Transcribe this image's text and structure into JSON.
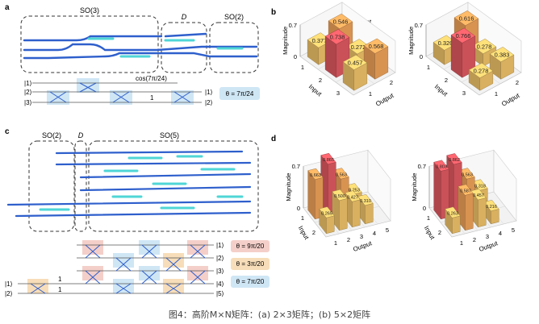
{
  "panel_a": {
    "label": "a",
    "blocks": [
      "SO(3)",
      "D",
      "SO(2)"
    ],
    "left_modes": [
      "|1⟩",
      "|2⟩",
      "|3⟩"
    ],
    "right_modes": [
      "|1⟩",
      "|2⟩"
    ],
    "cos_label": "cos(7π/24)",
    "one_label": "1",
    "theta_label": "θ = 7π/24"
  },
  "panel_c": {
    "label": "c",
    "blocks": [
      "SO(2)",
      "D",
      "SO(5)"
    ],
    "left_modes": [
      "|1⟩",
      "|2⟩"
    ],
    "right_modes": [
      "|1⟩",
      "|2⟩",
      "|3⟩",
      "|4⟩",
      "|5⟩"
    ],
    "one_labels": [
      "1",
      "1"
    ],
    "theta_labels": [
      {
        "text": "θ = 9π/20",
        "color": "#f4cfc9"
      },
      {
        "text": "θ = 3π/20",
        "color": "#f7ddb9"
      },
      {
        "text": "θ = 7π/20",
        "color": "#cfe6f5"
      }
    ]
  },
  "panel_b": {
    "label": "b",
    "charts": [
      {
        "title": "Experiment",
        "values": [
          "0.377",
          "0.546",
          "0.738",
          "0.272",
          "0.568",
          "0.457"
        ]
      },
      {
        "title": "Theory",
        "values": [
          "0.320",
          "0.616",
          "0.766",
          "0.278",
          "0.383",
          "0.278"
        ]
      }
    ],
    "zlabel": "Magnitude",
    "xlabel": "Input",
    "ylabel": "Output",
    "zticks": [
      "0",
      "0.7"
    ],
    "input_ticks": [
      "1",
      "2",
      "3"
    ],
    "output_ticks": [
      "1",
      "2"
    ]
  },
  "panel_d": {
    "label": "d",
    "charts": [
      {
        "title": "Experiment",
        "values": [
          "0.663",
          "0.865",
          "0.265",
          "0.500",
          "0.427",
          "0.563",
          "0.253",
          "0.310"
        ]
      },
      {
        "title": "Theory",
        "values": [
          "0.803",
          "0.862",
          "0.263",
          "0.587",
          "0.457",
          "0.563",
          "0.318",
          "0.216"
        ]
      }
    ],
    "zlabel": "Magnitude",
    "xlabel": "Input",
    "ylabel": "Output",
    "zticks": [
      "0",
      "0.7"
    ],
    "input_ticks": [
      "1",
      "2"
    ],
    "output_ticks": [
      "1",
      "2",
      "3",
      "4",
      "5"
    ]
  },
  "caption": "图4：高阶M×N矩阵：(a) 2×3矩阵；(b) 5×2矩阵"
}
